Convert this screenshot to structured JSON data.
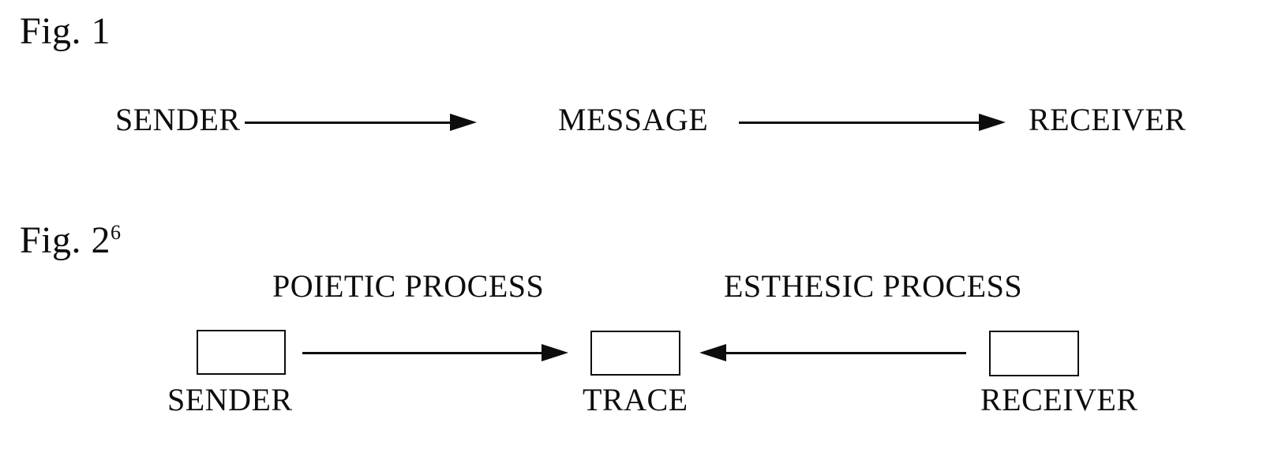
{
  "page": {
    "background_color": "#ffffff",
    "ink_color": "#0d0d0d"
  },
  "figure1": {
    "label": "Fig. 1",
    "sender": "SENDER",
    "message": "MESSAGE",
    "receiver": "RECEIVER",
    "arrows": [
      {
        "from": "SENDER",
        "to": "MESSAGE",
        "direction": "right"
      },
      {
        "from": "MESSAGE",
        "to": "RECEIVER",
        "direction": "right"
      }
    ]
  },
  "figure2": {
    "label": "Fig. 2",
    "footnote_marker": "6",
    "poietic_label": "POIETIC PROCESS",
    "esthesic_label": "ESTHESIC PROCESS",
    "sender": "SENDER",
    "trace": "TRACE",
    "receiver": "RECEIVER",
    "arrows": [
      {
        "from": "SENDER",
        "to": "TRACE",
        "direction": "right",
        "process": "POIETIC PROCESS"
      },
      {
        "from": "RECEIVER",
        "to": "TRACE",
        "direction": "left",
        "process": "ESTHESIC PROCESS"
      }
    ]
  }
}
